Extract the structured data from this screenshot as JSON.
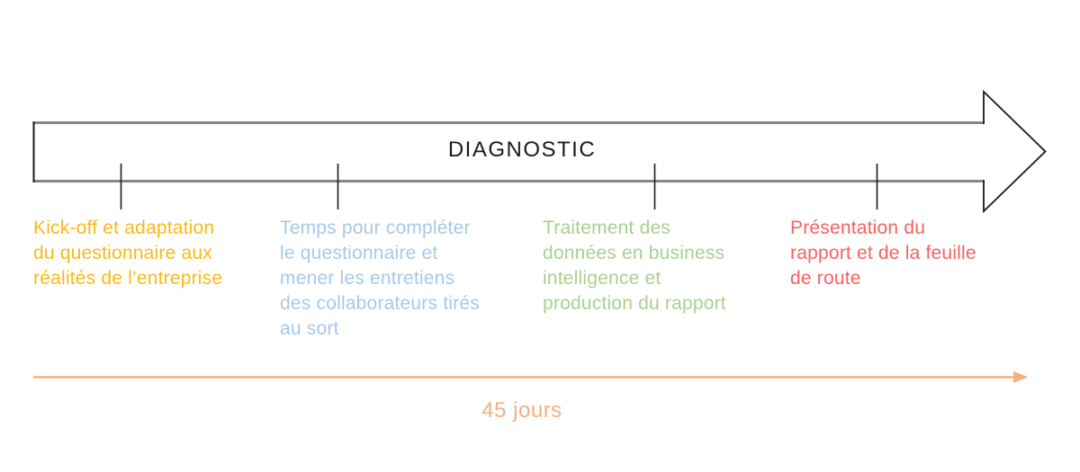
{
  "timeline": {
    "title": "DIAGNOSTIC",
    "duration_label": "45 jours",
    "phases": [
      {
        "label": "Kick-off et adaptation\ndu questionnaire aux\nréalités de l’entreprise",
        "color": "#FBB917"
      },
      {
        "label": "Temps pour compléter\nle questionnaire et\nmener les entretiens\ndes collaborateurs tirés\nau sort",
        "color": "#A6C9EA"
      },
      {
        "label": "Traitement des\ndonnées en business\nintelligence et\nproduction du rapport",
        "color": "#A9D18E"
      },
      {
        "label": "Présentation du\nrapport et de la feuille\nde route",
        "color": "#F9615E"
      }
    ],
    "colors": {
      "title_text": "#1A1A1A",
      "arrow_outline": "#868686",
      "arrowhead_outline": "#1A1A1A",
      "tick": "#1A1A1A",
      "duration_arrow": "#F5AE80"
    }
  }
}
